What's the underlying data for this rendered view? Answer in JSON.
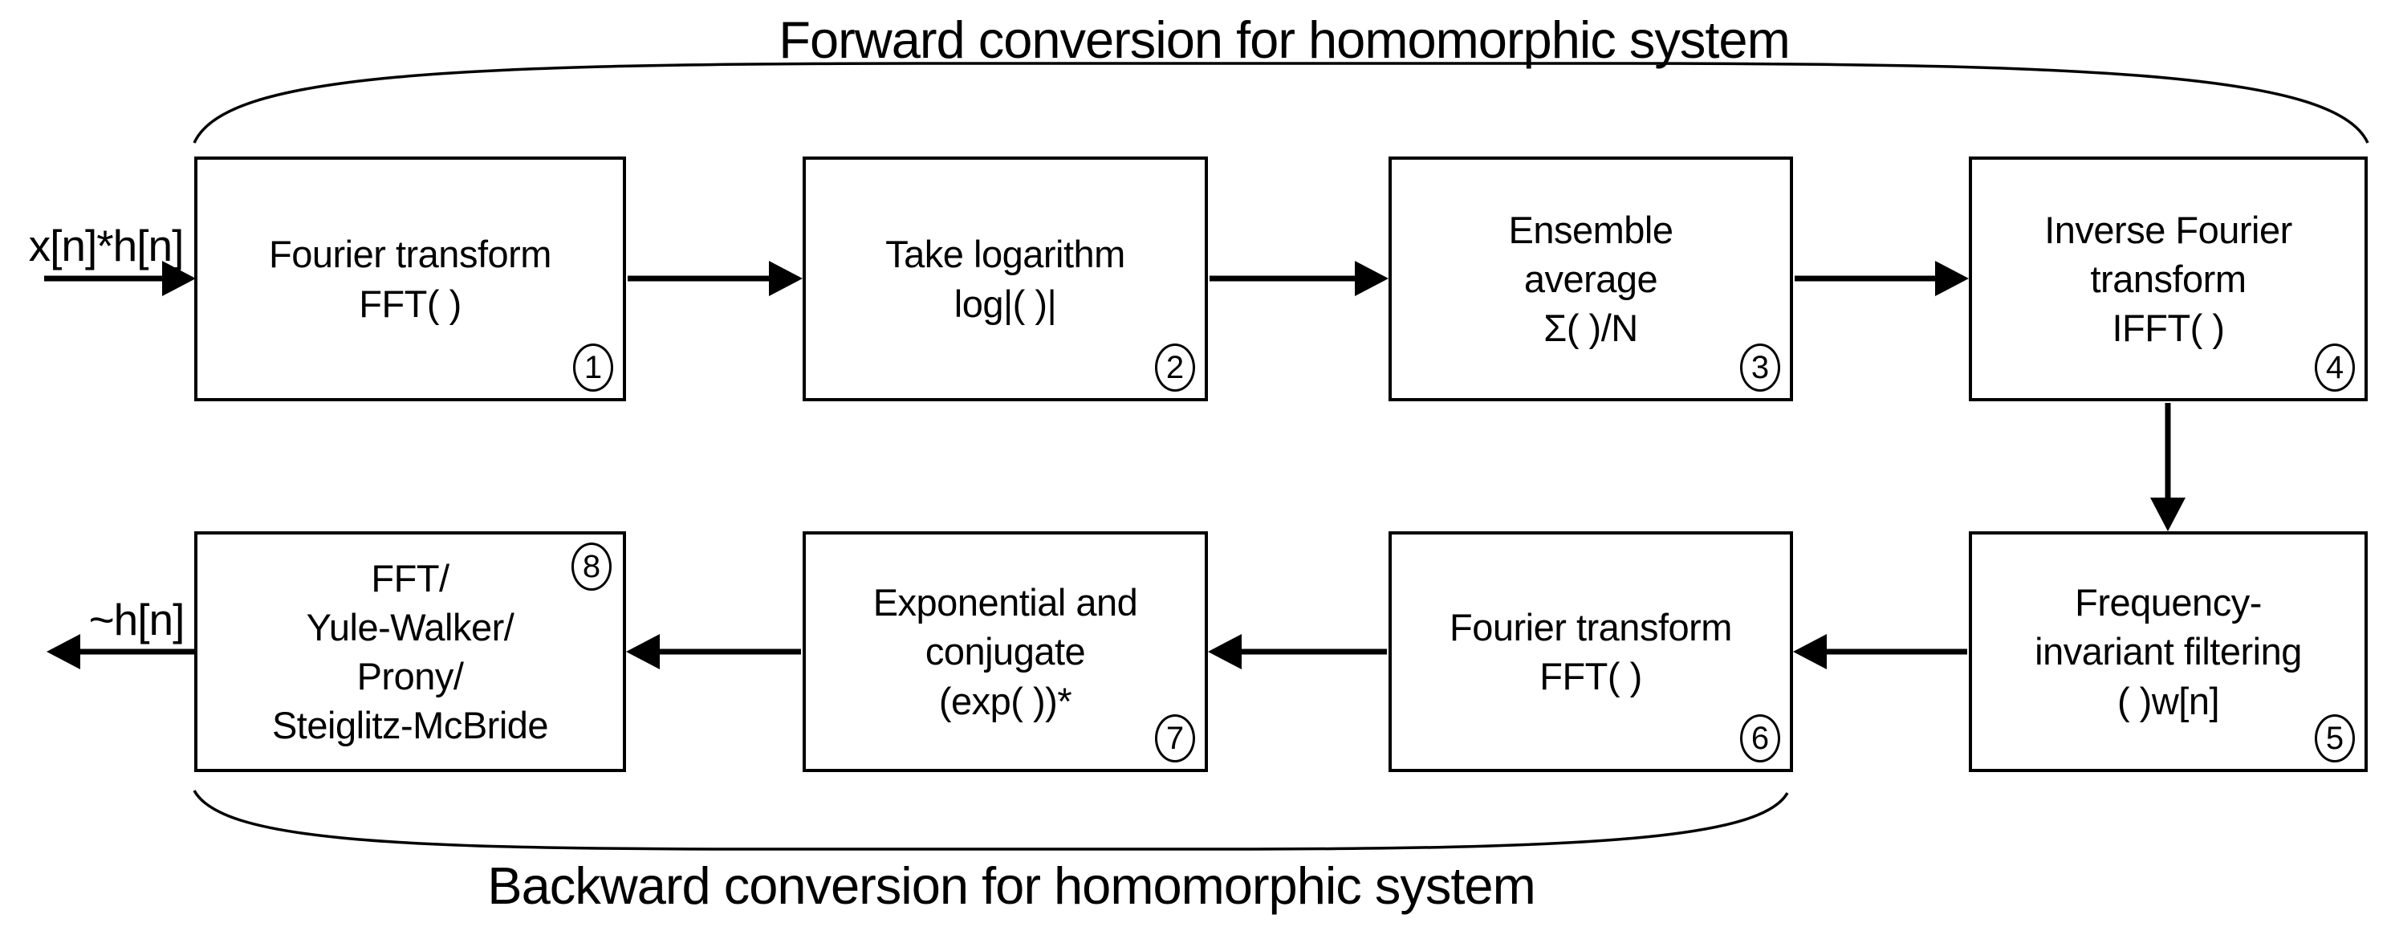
{
  "titles": {
    "forward": "Forward conversion for homomorphic system",
    "backward": "Backward conversion for homomorphic system"
  },
  "labels": {
    "input": "x[n]*h[n]",
    "output": "~h[n]"
  },
  "boxes": [
    {
      "number": "1",
      "lines": [
        "Fourier transform",
        "FFT( )"
      ]
    },
    {
      "number": "2",
      "lines": [
        "Take logarithm",
        "log|( )|"
      ]
    },
    {
      "number": "3",
      "lines": [
        "Ensemble",
        "average",
        "Σ( )/N"
      ]
    },
    {
      "number": "4",
      "lines": [
        "Inverse Fourier",
        "transform",
        "IFFT( )"
      ]
    },
    {
      "number": "5",
      "lines": [
        "Frequency-",
        "invariant filtering",
        "( )w[n]"
      ]
    },
    {
      "number": "6",
      "lines": [
        "Fourier transform",
        "FFT( )"
      ]
    },
    {
      "number": "7",
      "lines": [
        "Exponential and",
        "conjugate",
        "(exp( ))*"
      ]
    },
    {
      "number": "8",
      "lines": [
        "FFT/",
        "Yule-Walker/",
        "Prony/",
        "Steiglitz-McBride"
      ]
    }
  ],
  "colors": {
    "line": "#000000",
    "background": "#ffffff"
  }
}
